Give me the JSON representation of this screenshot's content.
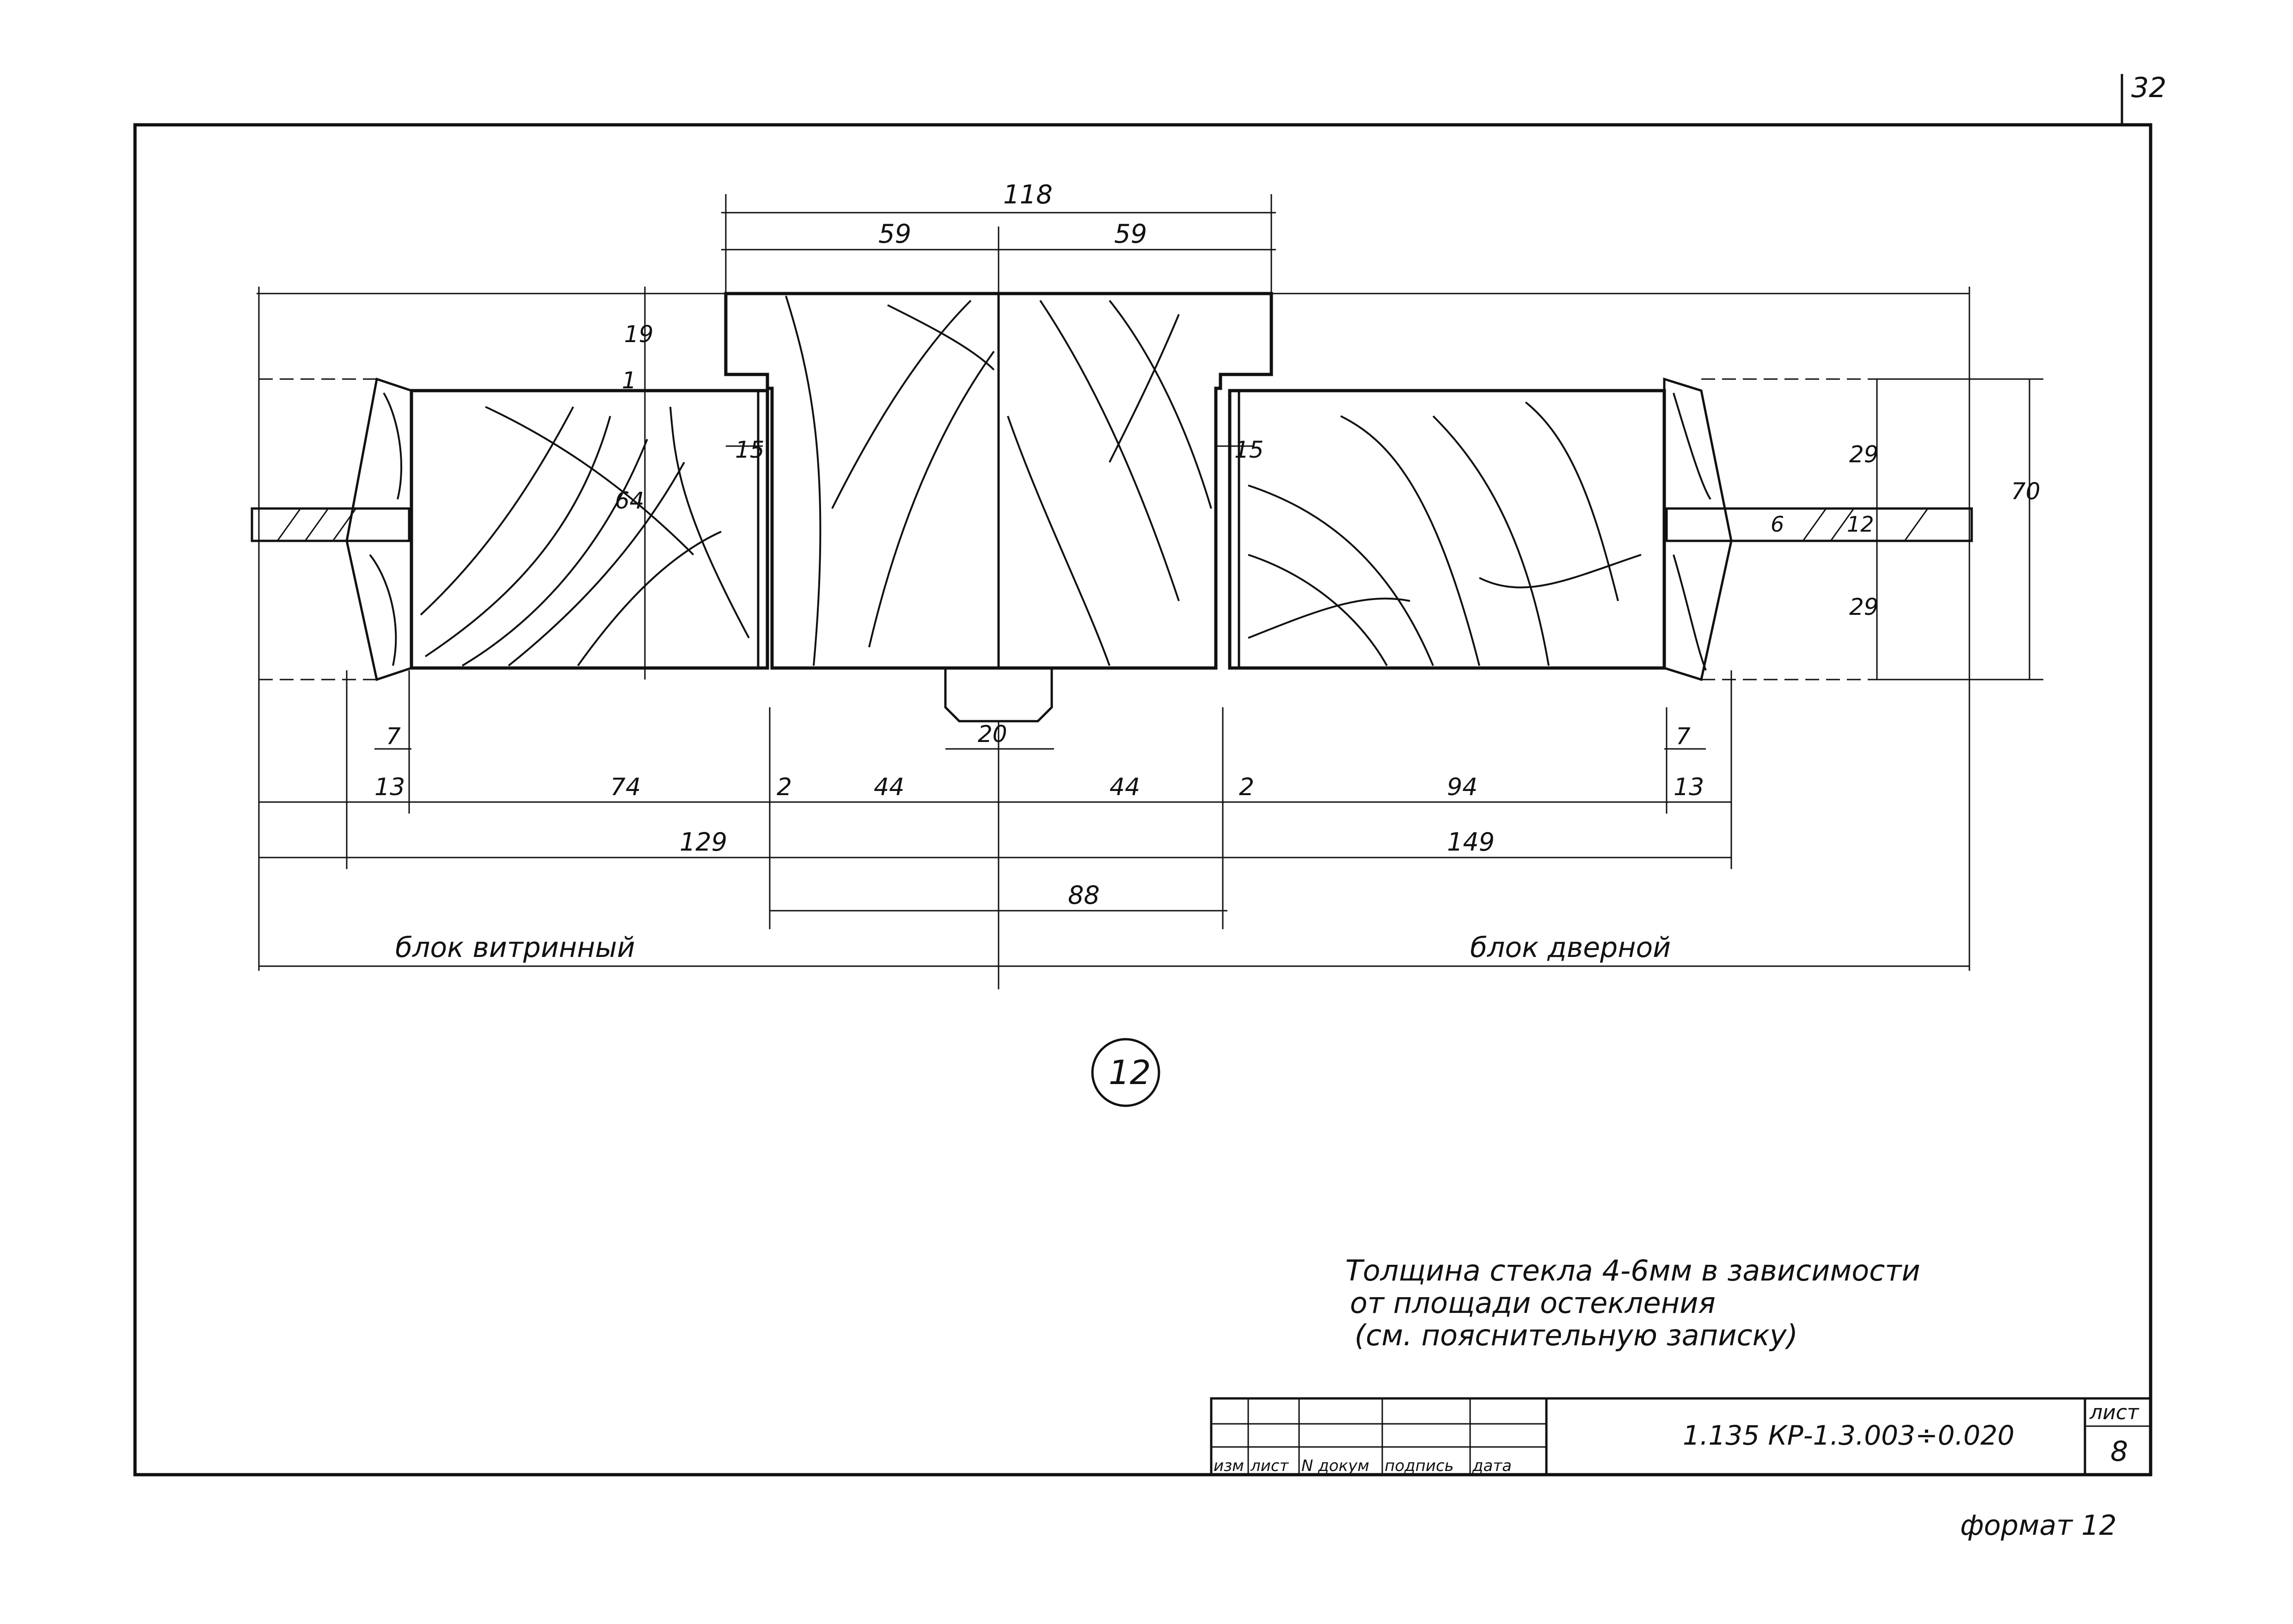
{
  "sheet": {
    "page_number": "32",
    "format_label": "формат 12"
  },
  "drawing": {
    "detail_number": "12",
    "left_block_label": "блок витринный",
    "right_block_label": "блок дверной",
    "dimensions": {
      "top_total": "118",
      "top_left_half": "59",
      "top_right_half": "59",
      "left_gap": "19",
      "left_gap_small": "1",
      "left_height": "64",
      "left_groove": "15",
      "right_groove": "15",
      "right_upper": "29",
      "right_glass_gap": "6",
      "right_glass": "12",
      "right_lower": "29",
      "right_total": "70",
      "bottom_tab": "20",
      "left_bead_inner": "7",
      "right_bead_inner": "7",
      "left_bead": "13",
      "left_frame": "74",
      "left_gap_2": "2",
      "center_left": "44",
      "center_right": "44",
      "right_gap_2": "2",
      "right_frame": "94",
      "right_bead": "13",
      "left_block_width": "129",
      "right_block_width": "149",
      "center_width": "88"
    }
  },
  "notes": {
    "line1": "Толщина стекла 4-6мм в зависимости",
    "line2": "от площади остекления",
    "line3": "(см. пояснительную записку)"
  },
  "title_block": {
    "headers": [
      "изм",
      "лист",
      "N докум",
      "подпись",
      "дата"
    ],
    "code": "1.135 КР-1.3.003÷0.020",
    "sheet_label": "лист",
    "sheet_number": "8"
  }
}
